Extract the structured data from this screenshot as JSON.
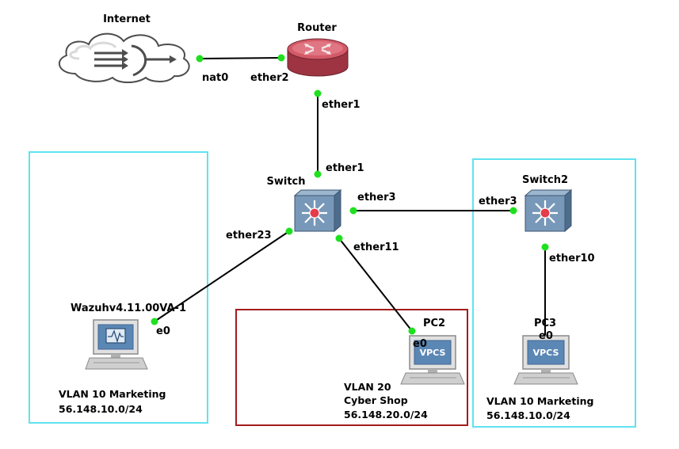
{
  "colors": {
    "link": "#000000",
    "port": "#1fe01f",
    "vlan10_border": "#5fe3ef",
    "vlan20_border": "#a31c1c",
    "router_body": "#c94a5a",
    "switch_body": "#6f8fae"
  },
  "nodes": {
    "internet": {
      "label": "Internet",
      "icon": "cloud-icon"
    },
    "router": {
      "label": "Router",
      "icon": "router-icon"
    },
    "switch": {
      "label": "Switch",
      "icon": "switch-icon"
    },
    "switch2": {
      "label": "Switch2",
      "icon": "switch-icon"
    },
    "wazuh": {
      "label": "Wazuhv4.11.00VA-1",
      "icon": "workstation-icon"
    },
    "pc2": {
      "label": "PC2",
      "icon": "vpcs-icon",
      "screen_text": "VPCS"
    },
    "pc3": {
      "label": "PC3",
      "icon": "vpcs-icon",
      "screen_text": "VPCS"
    }
  },
  "interfaces": {
    "internet_nat0": "nat0",
    "router_ether2": "ether2",
    "router_ether1": "ether1",
    "switch_ether1": "ether1",
    "switch_ether3": "ether3",
    "switch_ether23": "ether23",
    "switch_ether11": "ether11",
    "switch2_ether3": "ether3",
    "switch2_ether10": "ether10",
    "wazuh_e0": "e0",
    "pc2_e0": "e0",
    "pc3_e0": "e0"
  },
  "zones": {
    "left": {
      "vlan": "VLAN 10 Marketing",
      "subnet": "56.148.10.0/24"
    },
    "middle": {
      "vlan": "VLAN 20",
      "name": "Cyber Shop",
      "subnet": "56.148.20.0/24"
    },
    "right": {
      "vlan": "VLAN 10 Marketing",
      "subnet": "56.148.10.0/24"
    }
  }
}
